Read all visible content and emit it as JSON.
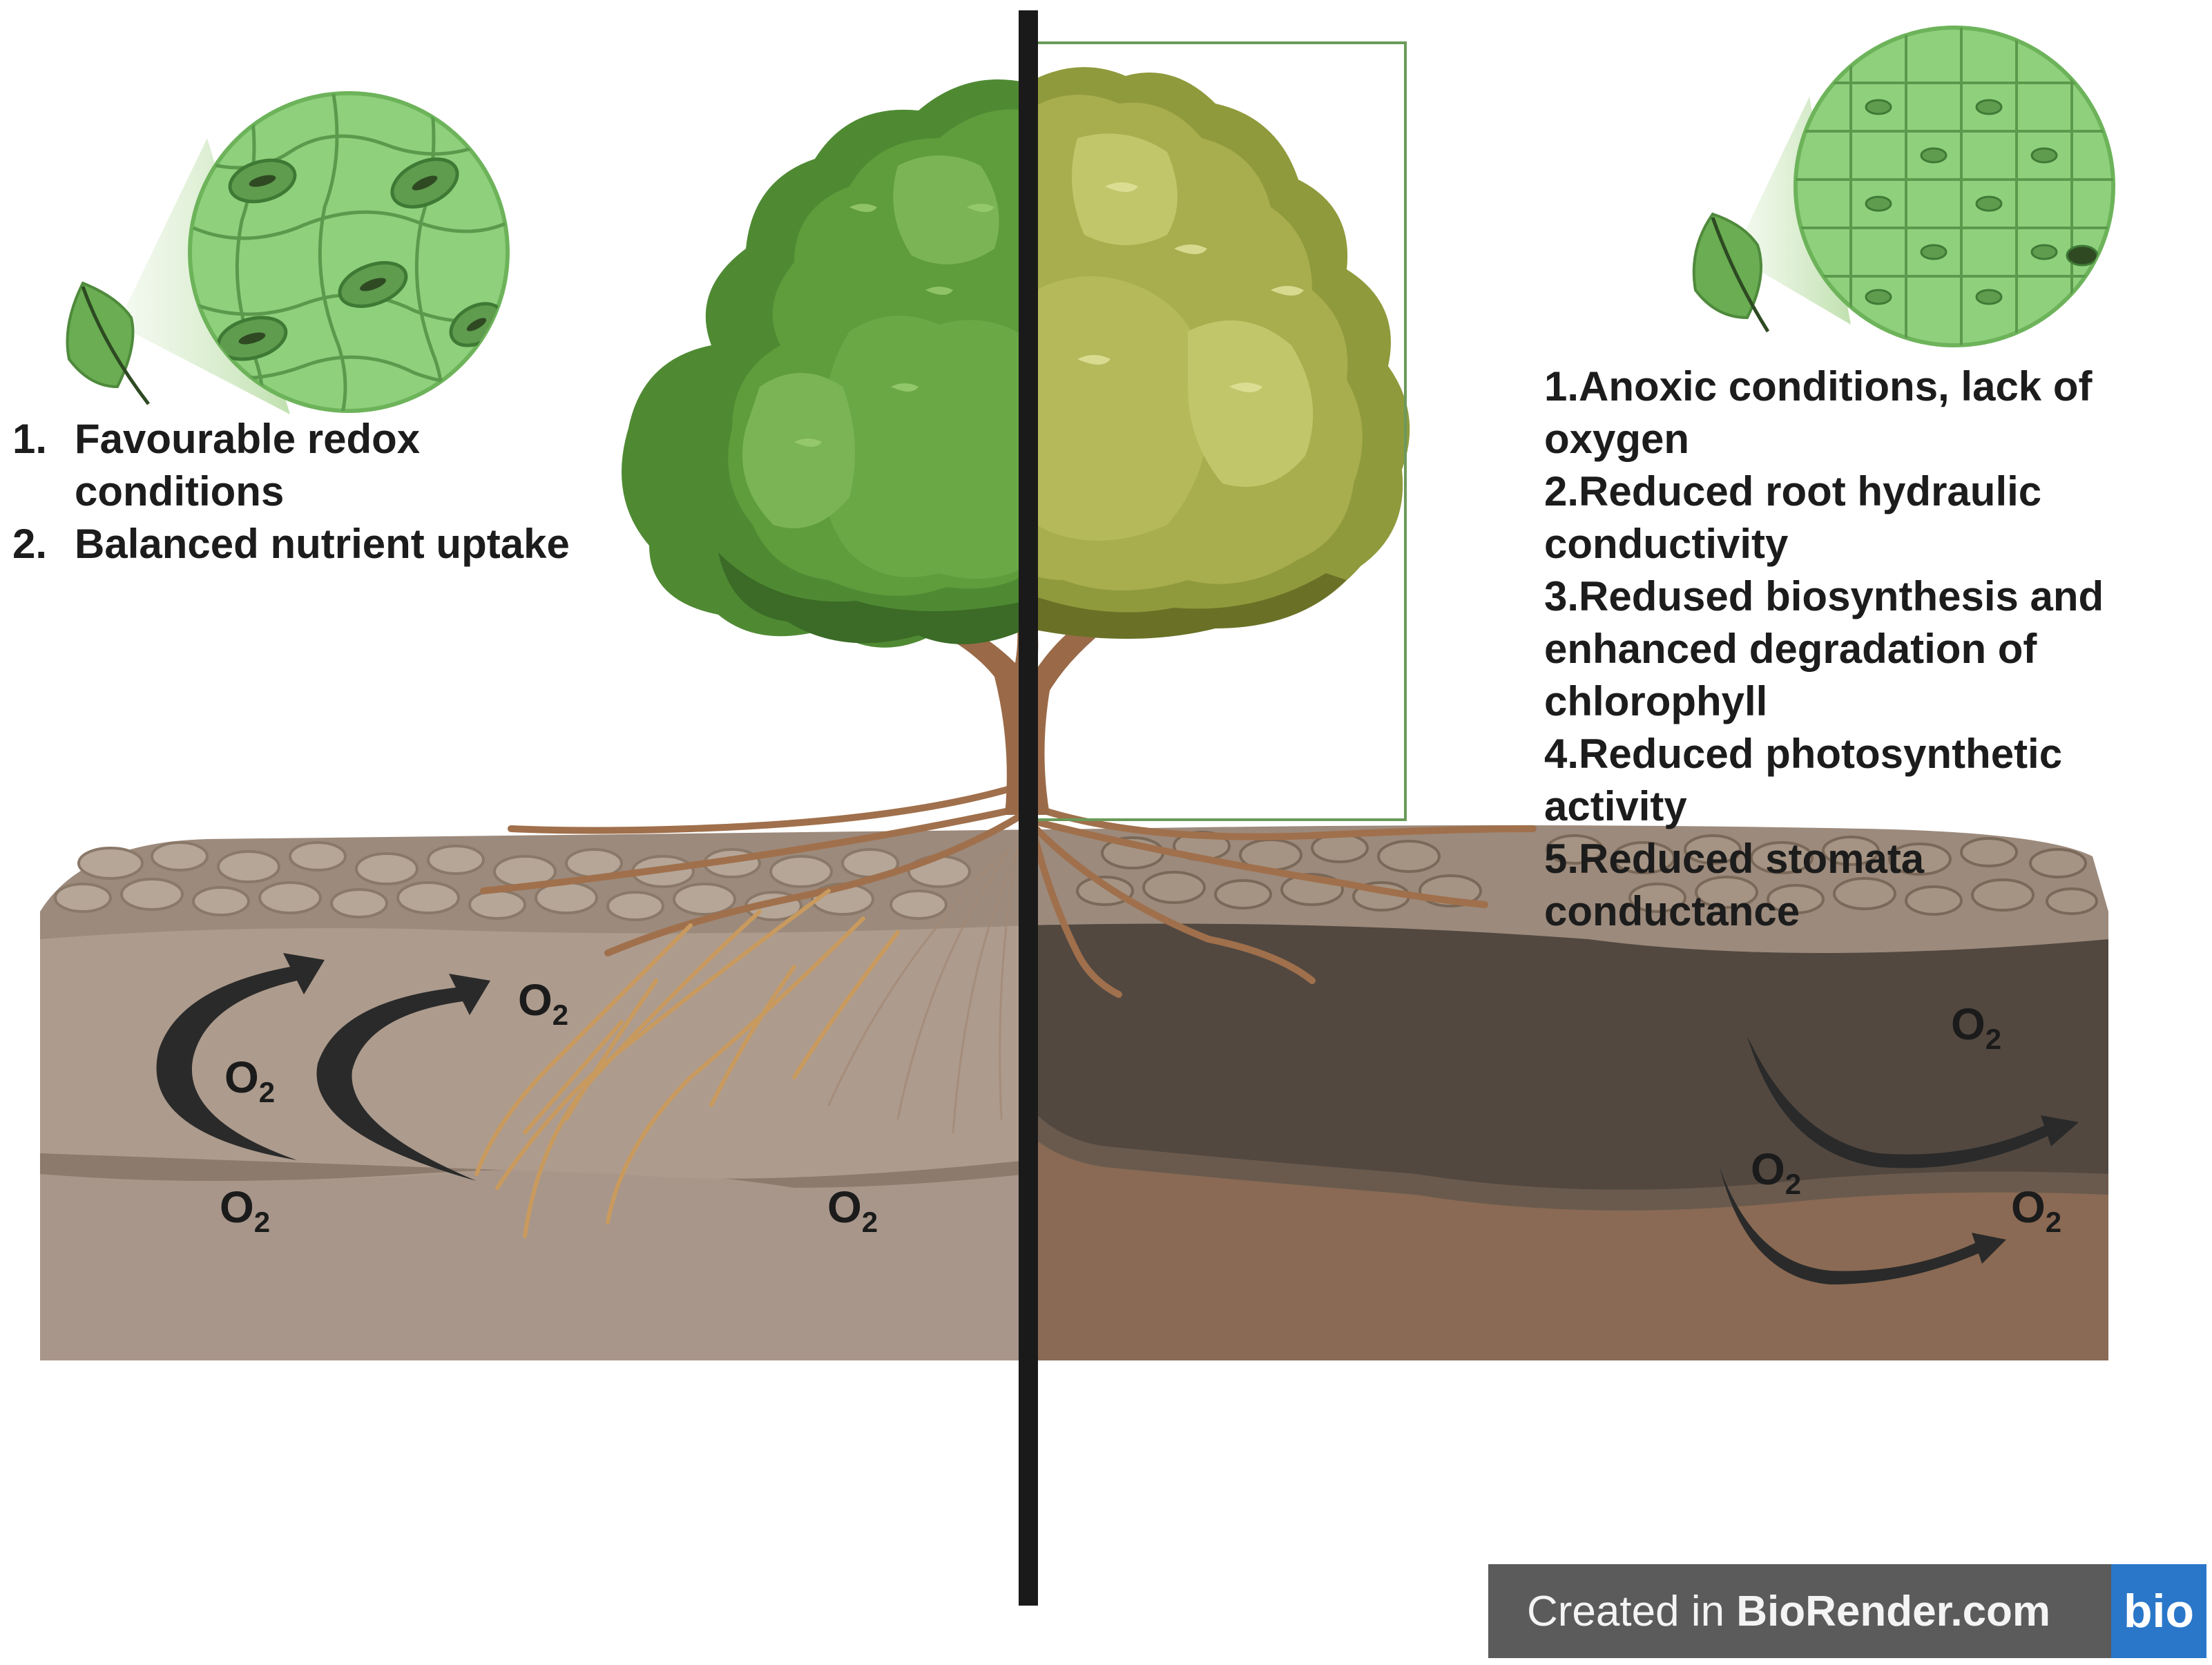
{
  "left_panel": {
    "items": [
      {
        "num": "1.",
        "text": "Favourable redox conditions"
      },
      {
        "num": "2.",
        "text": "Balanced nutrient uptake"
      }
    ]
  },
  "right_panel": {
    "items": [
      "1.Anoxic conditions, lack of oxygen",
      "2.Reduced root hydraulic conductivity",
      "3.Redused biosynthesis and enhanced degradation of chlorophyll",
      "4.Reduced photosynthetic activity",
      "5.Reduced stomata conductance"
    ]
  },
  "oxygen_labels": {
    "symbol": "O",
    "subscript": "2"
  },
  "badge": {
    "prefix": "Created in ",
    "brand": "BioRender.com",
    "logo": "bio"
  },
  "colors": {
    "healthy_canopy": "#5c9a3a",
    "stressed_canopy": "#a8ad4e",
    "aerated_soil": "#a8968a",
    "waterlogged_soil": "#8a6a54",
    "waterlogged_dark_layer": "#524840",
    "leaf_tissue": "#8fd07d",
    "divider": "#1a1a1a"
  },
  "icons": [
    "leaf-icon",
    "stomata-magnifier-icon",
    "oxygen-flow-arrow-icon"
  ]
}
